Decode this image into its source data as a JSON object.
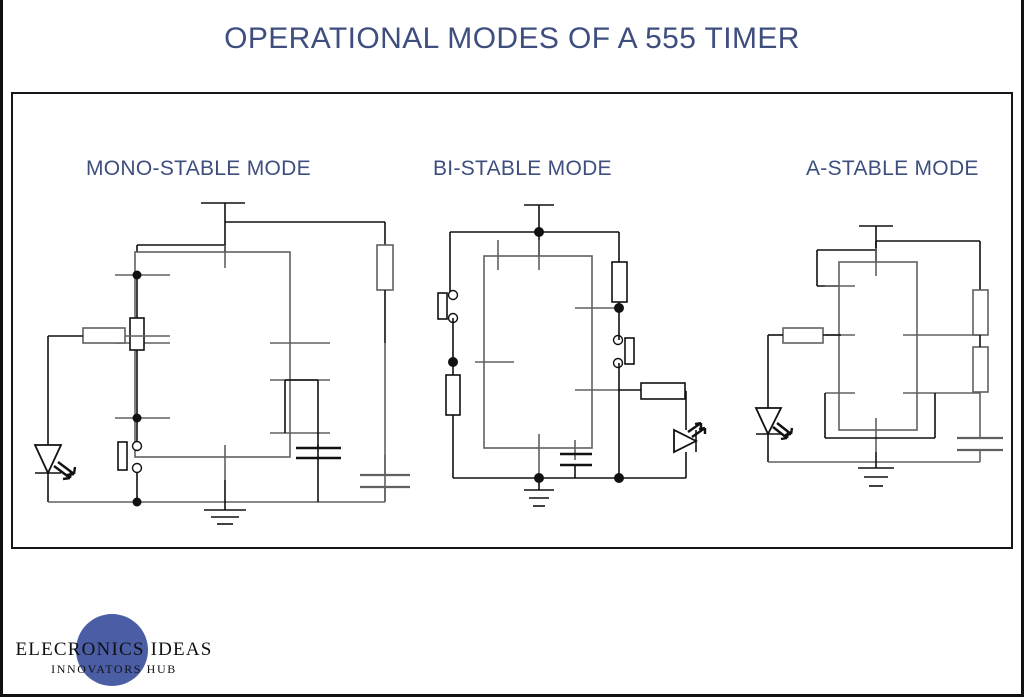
{
  "slide": {
    "title": "OPERATIONAL MODES OF A 555 TIMER",
    "title_color": "#3e4e7e",
    "background_color": "#ffffff",
    "border_color": "#15161c"
  },
  "modes": [
    {
      "id": "mono-stable",
      "heading": "MONO-STABLE MODE"
    },
    {
      "id": "bi-stable",
      "heading": "BI-STABLE MODE"
    },
    {
      "id": "a-stable",
      "heading": "A-STABLE MODE"
    }
  ],
  "logo": {
    "main_text": "ELECRONICS IDEAS",
    "sub_text": "INNOVATORS HUB",
    "circle_color": "#4b5da5",
    "text_color": "#111111"
  },
  "diagrams": {
    "mono_stable": {
      "components": [
        "power-supply-rail",
        "555-timer-ic",
        "resistor-horizontal",
        "resistor-vertical",
        "resistor-output",
        "push-button-switch",
        "led",
        "capacitor-timing",
        "capacitor-control",
        "ground"
      ]
    },
    "bi_stable": {
      "components": [
        "power-supply-rail",
        "555-timer-ic",
        "push-button-set",
        "push-button-reset",
        "resistor-pullup-left",
        "resistor-pullup-right",
        "resistor-led",
        "led",
        "capacitor-control",
        "ground"
      ]
    },
    "a_stable": {
      "components": [
        "power-supply-rail",
        "555-timer-ic",
        "resistor-r1",
        "resistor-r2",
        "resistor-led",
        "led",
        "capacitor-timing",
        "ground"
      ]
    }
  }
}
